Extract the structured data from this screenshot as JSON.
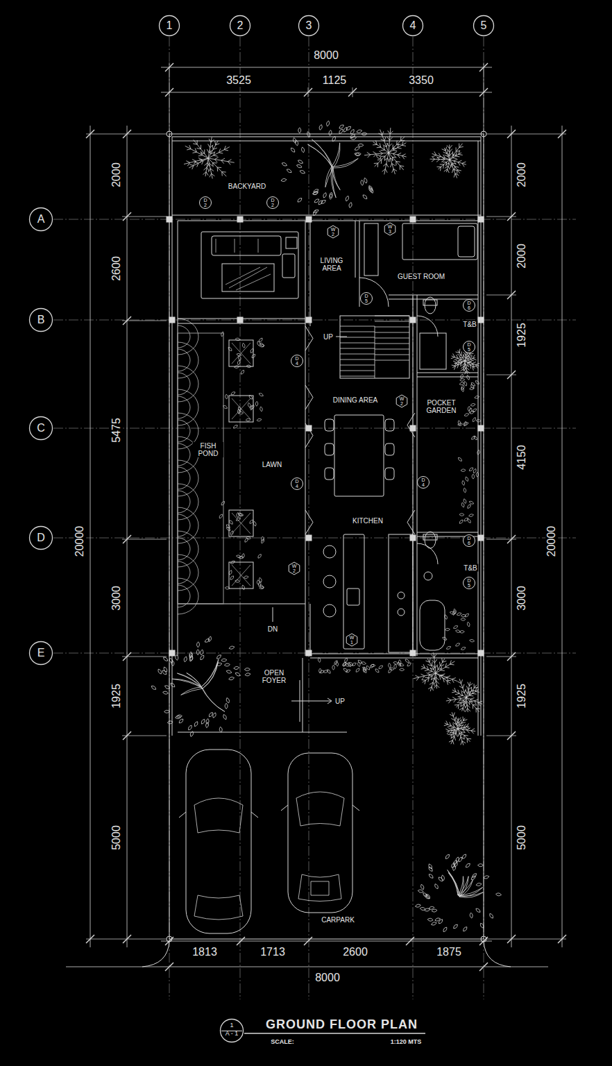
{
  "diagram": {
    "title": "GROUND FLOOR PLAN",
    "nodes": [
      {
        "text": [
          "1"
        ]
      },
      {
        "text": [
          "2"
        ]
      },
      {
        "text": [
          "3"
        ]
      },
      {
        "text": [
          "4"
        ]
      },
      {
        "text": [
          "5"
        ]
      },
      {
        "text": [
          "A"
        ]
      },
      {
        "text": [
          "B"
        ]
      },
      {
        "text": [
          "C"
        ]
      },
      {
        "text": [
          "D"
        ]
      },
      {
        "text": [
          "E"
        ]
      },
      {
        "text": [
          "D",
          "2"
        ]
      },
      {
        "text": [
          "D",
          "2"
        ]
      },
      {
        "text": [
          "W",
          "2"
        ]
      },
      {
        "text": [
          "W",
          "3"
        ]
      },
      {
        "text": [
          "D",
          "5"
        ]
      },
      {
        "text": [
          "D",
          "6"
        ]
      },
      {
        "text": [
          "D",
          "5"
        ]
      },
      {
        "text": [
          "D",
          "4"
        ]
      },
      {
        "text": [
          "W",
          "2"
        ]
      },
      {
        "text": [
          "D",
          "4"
        ]
      },
      {
        "text": [
          "D",
          "4"
        ]
      },
      {
        "text": [
          "D",
          "6"
        ]
      },
      {
        "text": [
          "D",
          "5"
        ]
      },
      {
        "text": [
          "W",
          "2"
        ]
      },
      {
        "text": [
          "W",
          "1"
        ]
      },
      {
        "text": [
          "1",
          "A - 1"
        ]
      }
    ],
    "labels": [
      "8000",
      "3525",
      "1125",
      "3350",
      "2000",
      "2600",
      "5475",
      "3000",
      "1925",
      "5000",
      "20000",
      "2000",
      "2000",
      "1925",
      "4150",
      "3000",
      "1925",
      "5000",
      "20000",
      "1813",
      "1713",
      "2600",
      "1875",
      "8000",
      "BACKYARD",
      "LIVING AREA",
      "GUEST ROOM",
      "T&B",
      "UP",
      "DINING AREA",
      "POCKET GARDEN",
      "FISH POND",
      "LAWN",
      "KITCHEN",
      "T&B",
      "DN",
      "OPEN FOYER",
      "UP",
      "CARPARK",
      "SCALE:",
      "1:120 MTS"
    ]
  }
}
